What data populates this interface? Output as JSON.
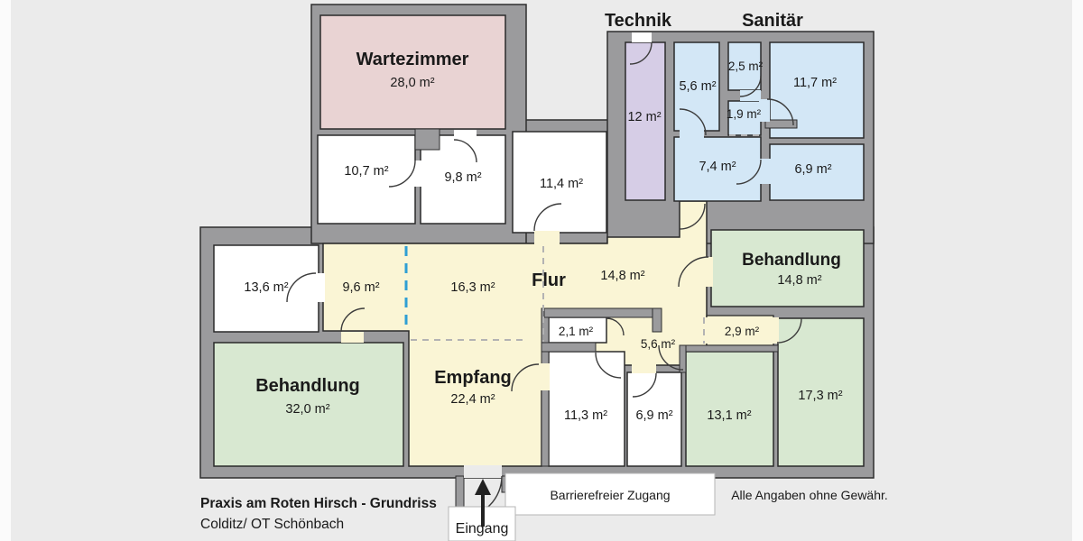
{
  "colors": {
    "background": "#ebebeb",
    "page_edge": "#fbfbfb",
    "wall": "#9b9b9d",
    "room_white": "#ffffff",
    "waiting": "#e9d3d3",
    "technik": "#d6cde6",
    "sanitary": "#d3e7f6",
    "treatment": "#d8e8d1",
    "corridor": "#faf5d5",
    "divider_blue": "#2f9fd4"
  },
  "header": {
    "technik": "Technik",
    "sanitaer": "Sanitär"
  },
  "rooms": {
    "wartezimmer": {
      "name": "Wartezimmer",
      "area": "28,0 m²"
    },
    "r107": {
      "area": "10,7 m²"
    },
    "r98": {
      "area": "9,8 m²"
    },
    "r114": {
      "area": "11,4 m²"
    },
    "technik": {
      "area": "12 m²"
    },
    "s56": {
      "area": "5,6 m²"
    },
    "s25": {
      "area": "2,5 m²"
    },
    "s19": {
      "area": "1,9 m²"
    },
    "s117": {
      "area": "11,7 m²"
    },
    "s74": {
      "area": "7,4 m²"
    },
    "s69": {
      "area": "6,9 m²"
    },
    "r136": {
      "area": "13,6 m²"
    },
    "c96": {
      "area": "9,6 m²"
    },
    "c163": {
      "area": "16,3 m²"
    },
    "flur": {
      "name": "Flur",
      "area": "14,8 m²"
    },
    "behandlung_right": {
      "name": "Behandlung",
      "area": "14,8 m²"
    },
    "c21": {
      "area": "2,1 m²"
    },
    "c56": {
      "area": "5,6 m²"
    },
    "c29": {
      "area": "2,9 m²"
    },
    "behandlung_left": {
      "name": "Behandlung",
      "area": "32,0 m²"
    },
    "empfang": {
      "name": "Empfang",
      "area": "22,4 m²"
    },
    "r113": {
      "area": "11,3 m²"
    },
    "r69": {
      "area": "6,9 m²"
    },
    "r131": {
      "area": "13,1 m²"
    },
    "r173": {
      "area": "17,3 m²"
    }
  },
  "footer": {
    "title": "Praxis am Roten Hirsch - Grundriss",
    "subtitle": "Colditz/ OT Schönbach",
    "barrier_free": "Barrierefreier Zugang",
    "disclaimer": "Alle Angaben ohne Gewähr.",
    "entrance": "Eingang"
  }
}
